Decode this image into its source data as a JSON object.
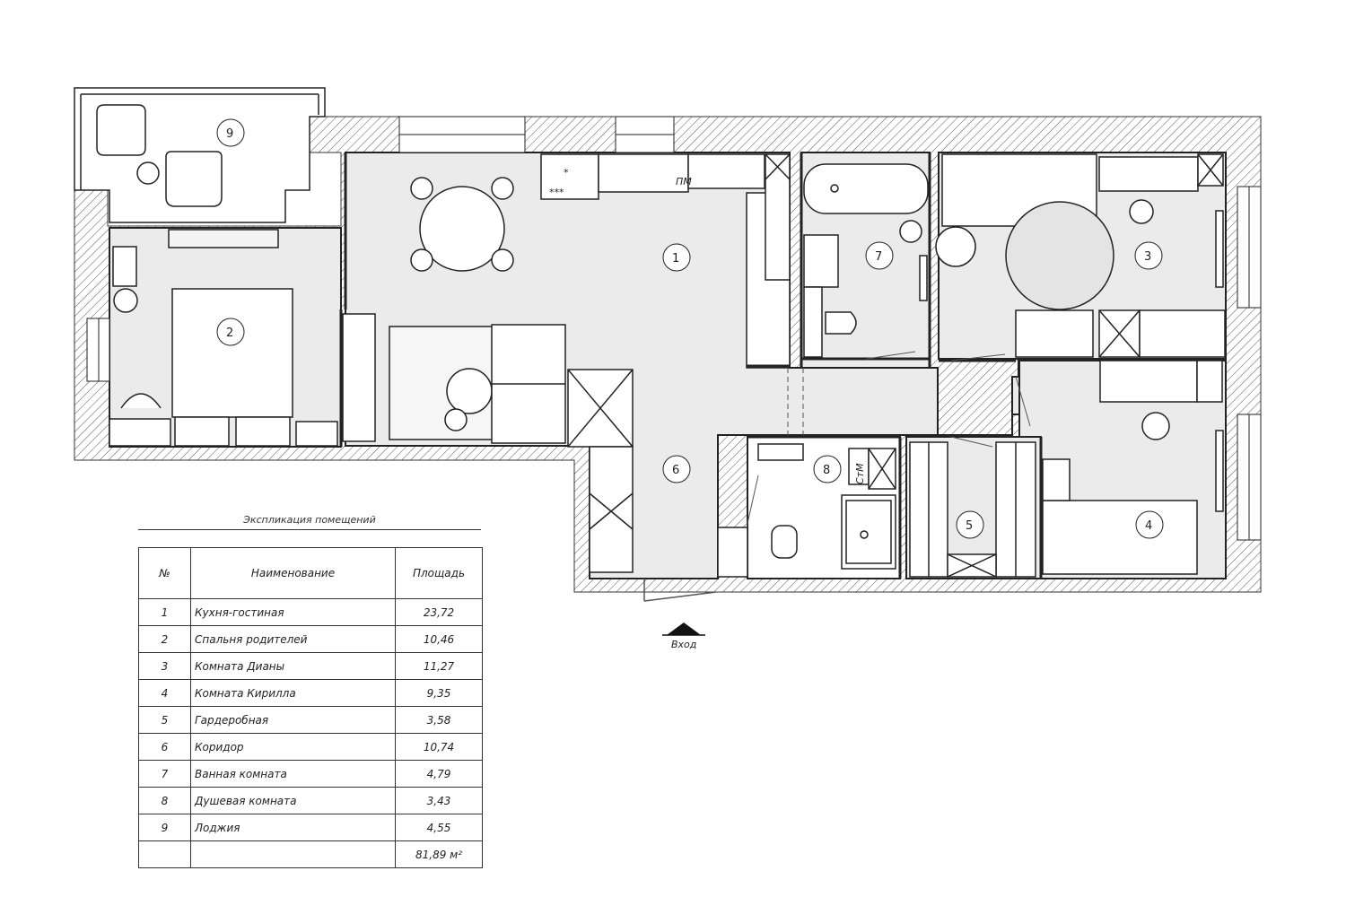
{
  "rooms_on_plan": [
    "1",
    "2",
    "3",
    "4",
    "5",
    "6",
    "7",
    "8",
    "9"
  ],
  "plan_labels": {
    "stove_top": "*",
    "stove_bottom": "***",
    "pm": "ПМ",
    "sm": "СтМ",
    "entrance": "Вход"
  },
  "explication": {
    "title": "Экспликация помещений",
    "headers": {
      "num": "№",
      "name": "Наименование",
      "area": "Площадь"
    },
    "rows": [
      {
        "num": "1",
        "name": "Кухня-гостиная",
        "area": "23,72"
      },
      {
        "num": "2",
        "name": "Спальня родителей",
        "area": "10,46"
      },
      {
        "num": "3",
        "name": "Комната Дианы",
        "area": "11,27"
      },
      {
        "num": "4",
        "name": "Комната Кирилла",
        "area": "9,35"
      },
      {
        "num": "5",
        "name": "Гардеробная",
        "area": "3,58"
      },
      {
        "num": "6",
        "name": "Коридор",
        "area": "10,74"
      },
      {
        "num": "7",
        "name": "Ванная комната",
        "area": "4,79"
      },
      {
        "num": "8",
        "name": "Душевая комната",
        "area": "3,43"
      },
      {
        "num": "9",
        "name": "Лоджия",
        "area": "4,55"
      }
    ],
    "total": "81,89 м²"
  }
}
